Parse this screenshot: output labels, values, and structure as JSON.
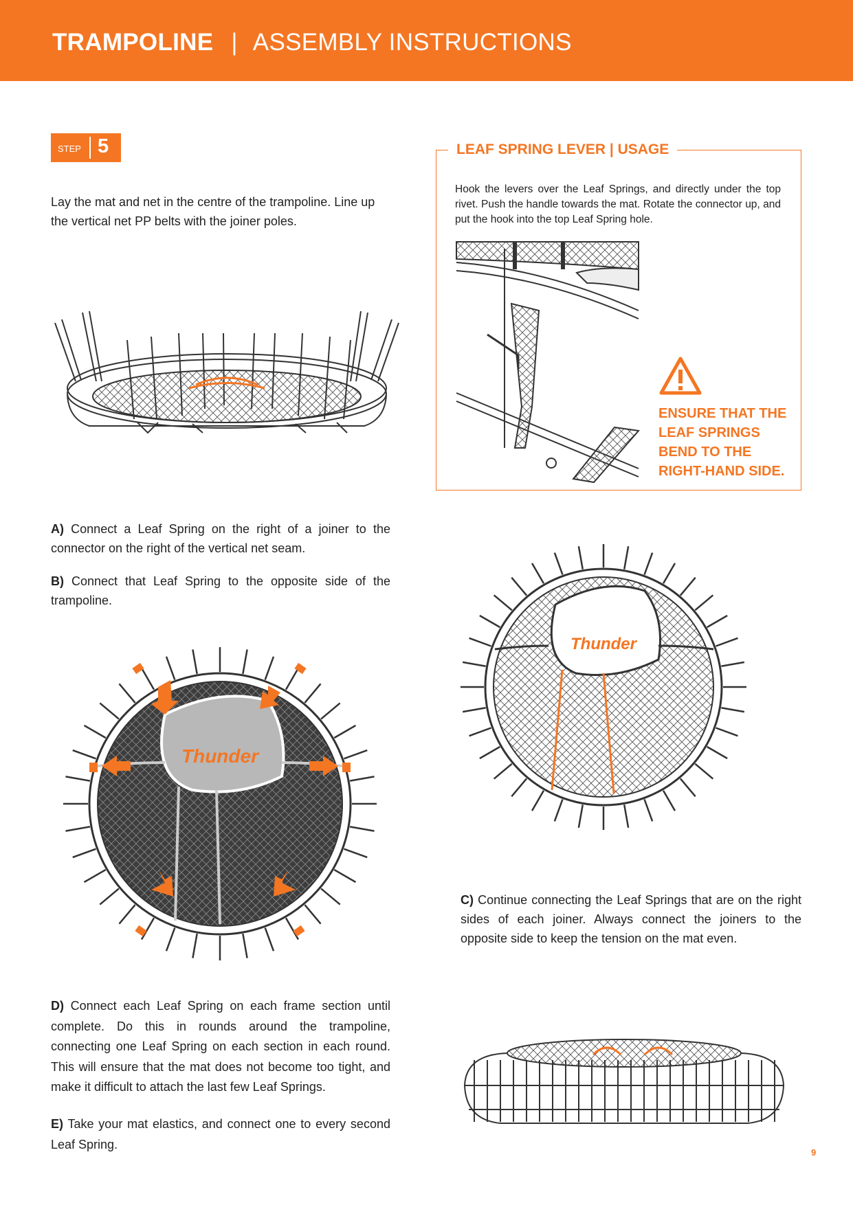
{
  "header": {
    "product": "TRAMPOLINE",
    "separator": "|",
    "section": "ASSEMBLY INSTRUCTIONS"
  },
  "step": {
    "label": "STEP",
    "number": "5"
  },
  "intro": "Lay the mat and net in the centre of the trampoline. Line up the vertical net PP belts with the joiner poles.",
  "panel": {
    "title": "LEAF SPRING LEVER  |  USAGE",
    "text": "Hook the levers over the Leaf Springs, and directly under the top rivet. Push the handle towards the mat. Rotate the connector up, and put the hook into the top Leaf Spring hole.",
    "warning": [
      "ENSURE THAT THE",
      "LEAF SPRINGS",
      "BEND TO THE",
      "RIGHT-HAND SIDE."
    ]
  },
  "instructions": {
    "a": {
      "label": "A)",
      "text": "Connect a Leaf Spring on the right of a joiner to the connector on the right of the vertical net seam."
    },
    "b": {
      "label": "B)",
      "text": "Connect that Leaf Spring to the opposite side of the trampoline."
    },
    "c": {
      "label": "C)",
      "text": "Continue connecting the Leaf Springs that are on the right sides of each joiner. Always connect the joiners to the opposite side to keep the tension on the mat even."
    },
    "d": {
      "label": "D)",
      "text": "Connect each Leaf Spring on each frame section until complete. Do this in rounds around the trampoline, connecting one Leaf Spring on each section in each round. This will ensure that the mat does not become too tight, and make it difficult to attach the last few Leaf Springs."
    },
    "e": {
      "label": "E)",
      "text": "Take your mat elastics, and connect one to every second Leaf Spring."
    }
  },
  "mat_logo": "Thunder",
  "page_number": "9",
  "colors": {
    "accent": "#f47623",
    "text": "#222222",
    "line": "#333333"
  },
  "icons": [
    "warning-triangle-icon"
  ]
}
